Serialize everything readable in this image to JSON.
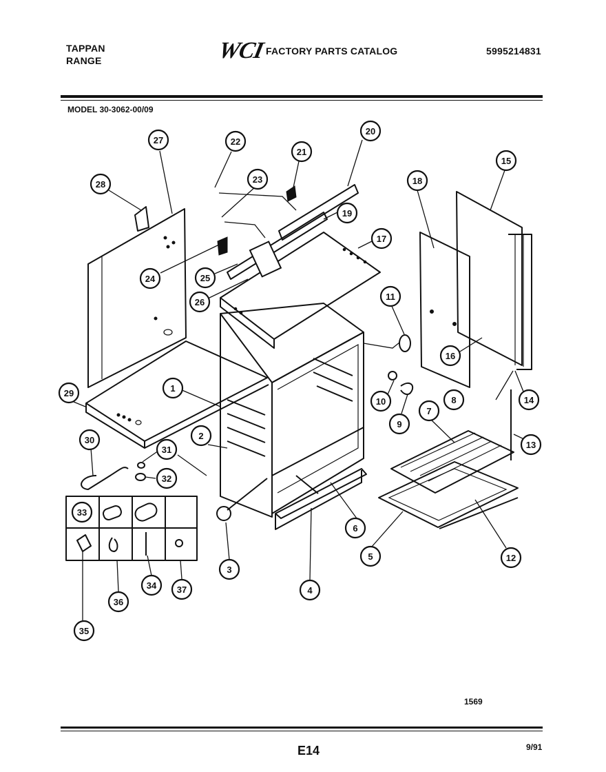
{
  "header": {
    "brand_line1": "TAPPAN",
    "brand_line2": "RANGE",
    "logo": "WCI",
    "catalog_title": "FACTORY PARTS CATALOG",
    "part_number": "5995214831"
  },
  "model": "MODEL 30-3062-00/09",
  "footer": {
    "drawing_number": "1569",
    "page_code": "E14",
    "date": "9/91"
  },
  "callouts": [
    "1",
    "2",
    "3",
    "4",
    "5",
    "6",
    "7",
    "8",
    "9",
    "10",
    "11",
    "12",
    "13",
    "14",
    "15",
    "16",
    "17",
    "18",
    "19",
    "20",
    "21",
    "22",
    "23",
    "24",
    "25",
    "26",
    "27",
    "28",
    "29",
    "30",
    "31",
    "32",
    "33",
    "34",
    "35",
    "36",
    "37"
  ]
}
